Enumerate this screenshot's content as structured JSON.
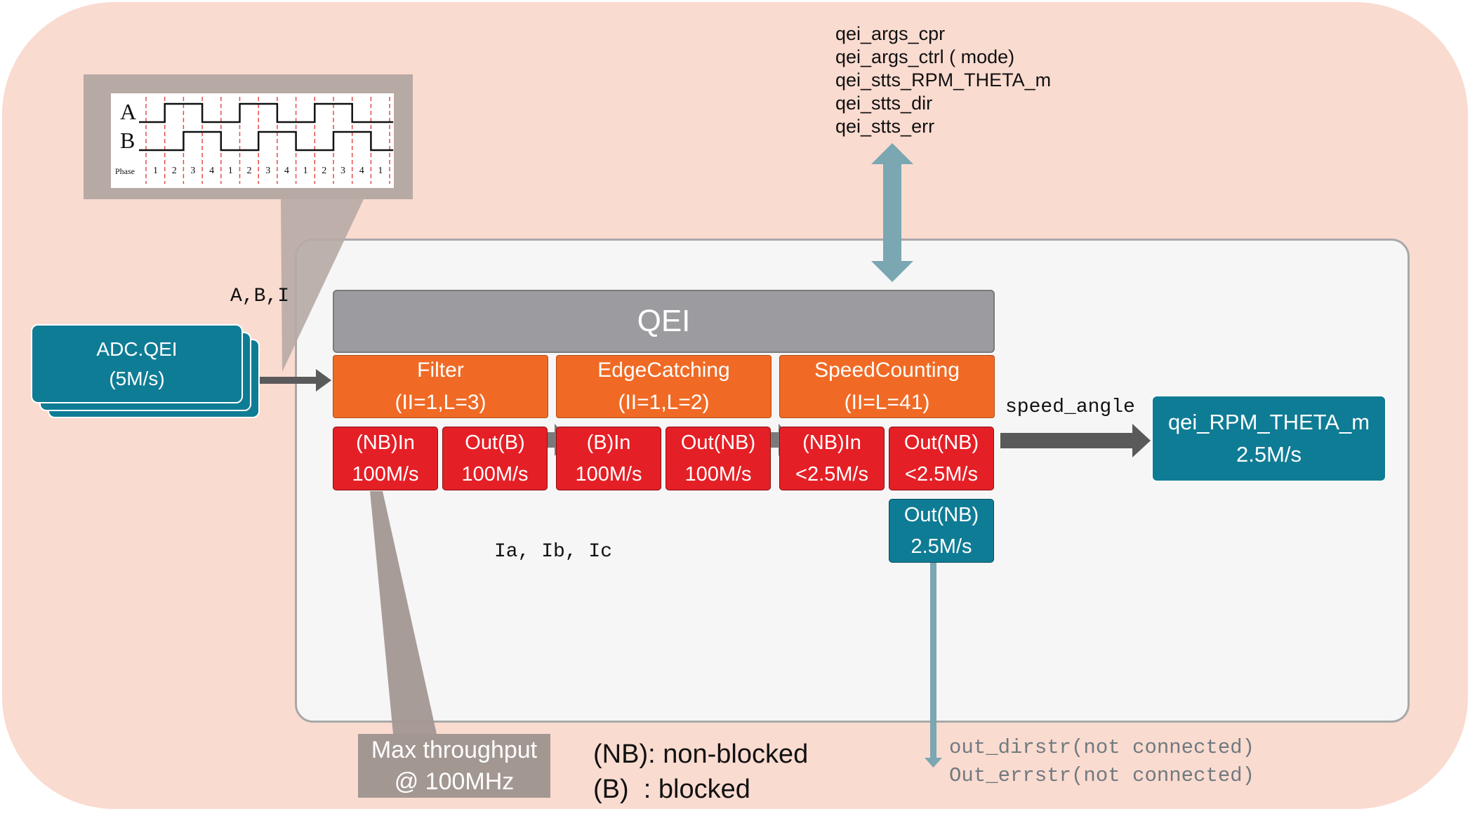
{
  "waveform": {
    "channel_a": "A",
    "channel_b": "B",
    "phase_label": "Phase",
    "phases": [
      "1",
      "2",
      "3",
      "4",
      "1",
      "2",
      "3",
      "4",
      "1",
      "2",
      "3",
      "4",
      "1"
    ]
  },
  "input_label": "A,B,I",
  "adc_card": {
    "title": "ADC.QEI",
    "rate": "(5M/s)"
  },
  "registers": [
    "qei_args_cpr",
    "qei_args_ctrl ( mode)",
    "qei_stts_RPM_THETA_m",
    "qei_stts_dir",
    "qei_stts_err"
  ],
  "qei_title": "QEI",
  "stages": [
    {
      "name": "Filter",
      "params": "(II=1,L=3)"
    },
    {
      "name": "EdgeCatching",
      "params": "(II=1,L=2)"
    },
    {
      "name": "SpeedCounting",
      "params": "(II=L=41)"
    }
  ],
  "ports": [
    {
      "label": "(NB)In",
      "rate": "100M/s"
    },
    {
      "label": "Out(B)",
      "rate": "100M/s"
    },
    {
      "label": "(B)In",
      "rate": "100M/s"
    },
    {
      "label": "Out(NB)",
      "rate": "100M/s"
    },
    {
      "label": "(NB)In",
      "rate": "<2.5M/s"
    },
    {
      "label": "Out(NB)",
      "rate": "<2.5M/s"
    }
  ],
  "extra_port": {
    "label": "Out(NB)",
    "rate": "2.5M/s"
  },
  "current_label": "Ia, Ib, Ic",
  "speed_label": "speed_angle",
  "output_card": {
    "title": "qei_RPM_THETA_m",
    "rate": "2.5M/s"
  },
  "unconnected": [
    "out_dirstr(not connected)",
    "Out_errstr(not connected)"
  ],
  "max_throughput": {
    "line1": "Max throughput",
    "line2": "@ 100MHz"
  },
  "legend": {
    "nb": "(NB): non-blocked",
    "b": "(B)  : blocked"
  },
  "colors": {
    "background": "#fadbd0",
    "teal": "#0f7c95",
    "orange": "#f06a25",
    "red": "#e51f26",
    "gray": "#9c9ca0",
    "arrow_blue": "#7aa7b2",
    "arrow_dark": "#5a5a5a"
  }
}
